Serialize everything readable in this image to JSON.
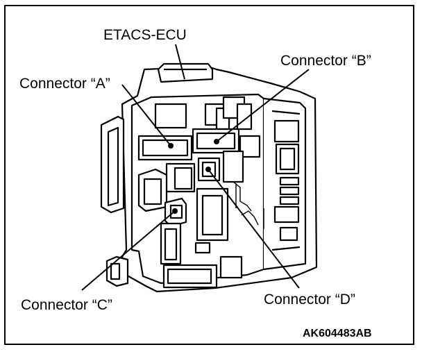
{
  "labels": {
    "ecu": "ETACS-ECU",
    "connector_a": "Connector “A”",
    "connector_b": "Connector “B”",
    "connector_c": "Connector “C”",
    "connector_d": "Connector “D”"
  },
  "figure_code": "AK604483AB"
}
